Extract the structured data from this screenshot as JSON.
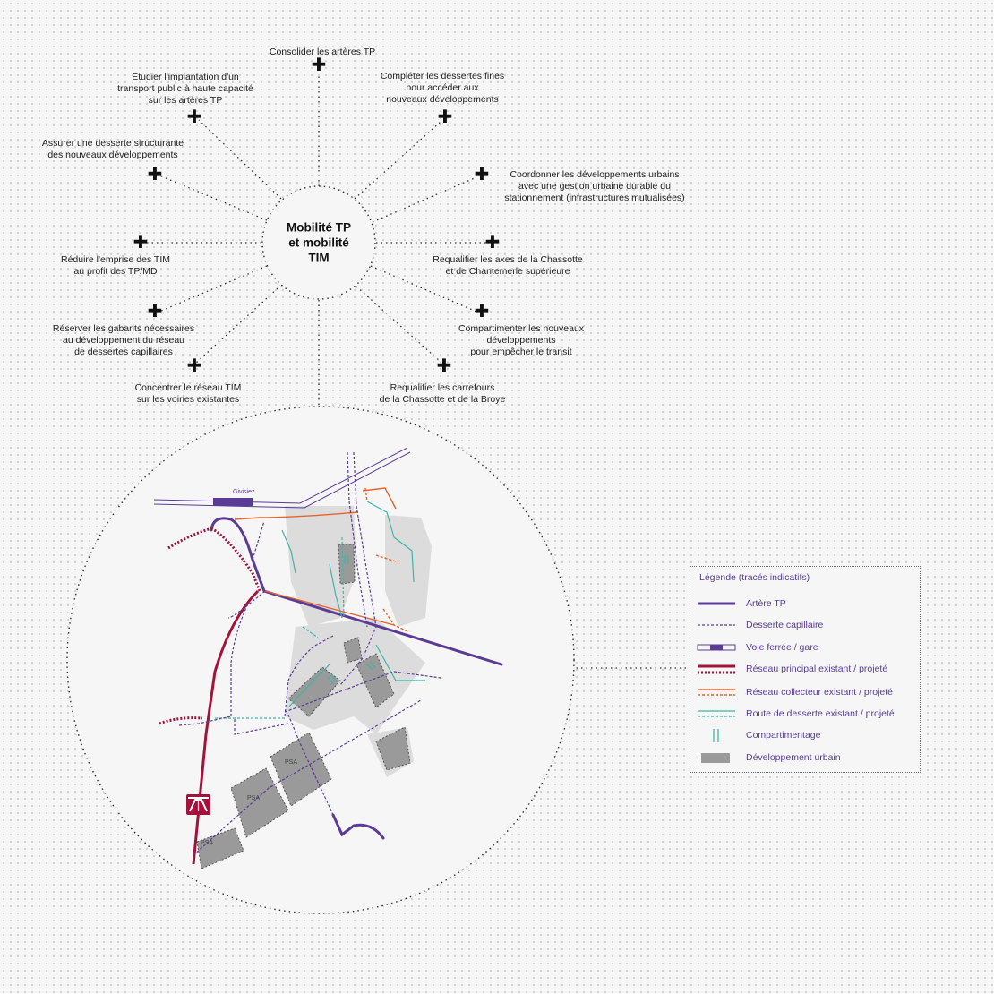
{
  "center": {
    "title": "Mobilité TP\net mobilité\nTIM"
  },
  "actions": [
    {
      "text": "Consolider les artères TP"
    },
    {
      "text": "Compléter les dessertes fines\npour accéder aux\nnouveaux développements"
    },
    {
      "text": "Coordonner les développements urbains\navec une gestion urbaine durable du\nstationnement (infrastructures mutualisées)"
    },
    {
      "text": "Requalifier les axes de la Chassotte\net de Chantemerle supérieure"
    },
    {
      "text": "Compartimenter les nouveaux\ndéveloppements\npour empêcher le transit"
    },
    {
      "text": "Requalifier les carrefours\nde la Chassotte et de la Broye"
    },
    {
      "text": "Concentrer le réseau TIM\nsur les voiries existantes"
    },
    {
      "text": "Réserver les gabarits nécessaires\nau développement du réseau\nde dessertes capillaires"
    },
    {
      "text": "Réduire l'emprise des TIM\nau profit des TP/MD"
    },
    {
      "text": "Assurer une desserte structurante\ndes nouveaux développements"
    },
    {
      "text": "Etudier l'implantation d'un\ntransport public à haute capacité\nsur les artères TP"
    }
  ],
  "map": {
    "station_label": "Givisiez",
    "psa_labels": [
      "PSA",
      "PSA",
      "PSA"
    ]
  },
  "legend": {
    "title": "Légende (tracés indicatifs)",
    "items": [
      {
        "label": "Artère TP",
        "icon": "arterie-tp-icon"
      },
      {
        "label": "Desserte capillaire",
        "icon": "desserte-capillaire-icon"
      },
      {
        "label": "Voie ferrée / gare",
        "icon": "voie-ferree-icon"
      },
      {
        "label": "Réseau principal existant / projeté",
        "icon": "reseau-principal-icon"
      },
      {
        "label": "Réseau collecteur existant / projeté",
        "icon": "reseau-collecteur-icon"
      },
      {
        "label": "Route de desserte existant / projeté",
        "icon": "route-desserte-icon"
      },
      {
        "label": "Compartimentage",
        "icon": "compartimentage-icon"
      },
      {
        "label": "Développement urbain",
        "icon": "developpement-urbain-icon"
      }
    ]
  },
  "colors": {
    "purple": "#5a3c96",
    "red": "#a3123a",
    "orange": "#e8632a",
    "teal": "#3fb5a8",
    "grey_block": "#9a9a9a",
    "grey_zone": "#dedede"
  }
}
